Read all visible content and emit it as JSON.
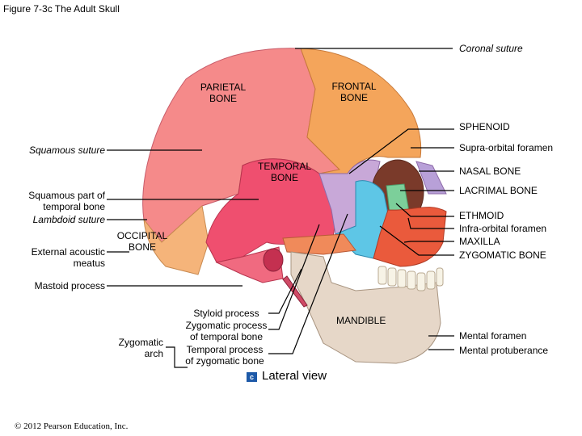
{
  "figure_title": "Figure 7-3c  The Adult Skull",
  "view_label": "Lateral view",
  "badge_letter": "c",
  "copyright": "© 2012 Pearson Education, Inc.",
  "bone_labels": {
    "parietal": [
      "PARIETAL",
      "BONE"
    ],
    "frontal": [
      "FRONTAL",
      "BONE"
    ],
    "temporal": [
      "TEMPORAL",
      "BONE"
    ],
    "occipital": [
      "OCCIPITAL",
      "BONE"
    ],
    "mandible": "MANDIBLE"
  },
  "left_labels": {
    "squamous_suture": "Squamous suture",
    "squamous_part": [
      "Squamous part of",
      "temporal bone"
    ],
    "lambdoid_suture": "Lambdoid suture",
    "external_acoustic": [
      "External acoustic",
      "meatus"
    ],
    "mastoid_process": "Mastoid process",
    "zygomatic_arch": [
      "Zygomatic",
      "arch"
    ]
  },
  "center_labels": {
    "styloid_process": "Styloid process",
    "zygomatic_process": [
      "Zygomatic process",
      "of temporal bone"
    ],
    "temporal_process": [
      "Temporal process",
      "of zygomatic bone"
    ]
  },
  "right_labels": {
    "coronal_suture": "Coronal suture",
    "sphenoid": "SPHENOID",
    "supraorbital_foramen": "Supra-orbital foramen",
    "nasal_bone": "NASAL BONE",
    "lacrimal_bone": "LACRIMAL BONE",
    "ethmoid": "ETHMOID",
    "infraorbital_foramen": "Infra-orbital foramen",
    "maxilla": "MAXILLA",
    "zygomatic_bone": "ZYGOMATIC BONE",
    "mental_foramen": "Mental foramen",
    "mental_protuberance": "Mental protuberance"
  },
  "colors": {
    "parietal": "#f58a8a",
    "frontal": "#f4a55b",
    "temporal": "#ef4f6f",
    "occipital": "#f5b47a",
    "sphenoid": "#c8a8d8",
    "zygomatic": "#5ec6e6",
    "maxilla": "#ea5a3c",
    "mandible": "#e6d7c8",
    "nasal": "#b8a0d8",
    "ethmoid": "#7ccf9a",
    "teeth": "#f7f3e6"
  }
}
